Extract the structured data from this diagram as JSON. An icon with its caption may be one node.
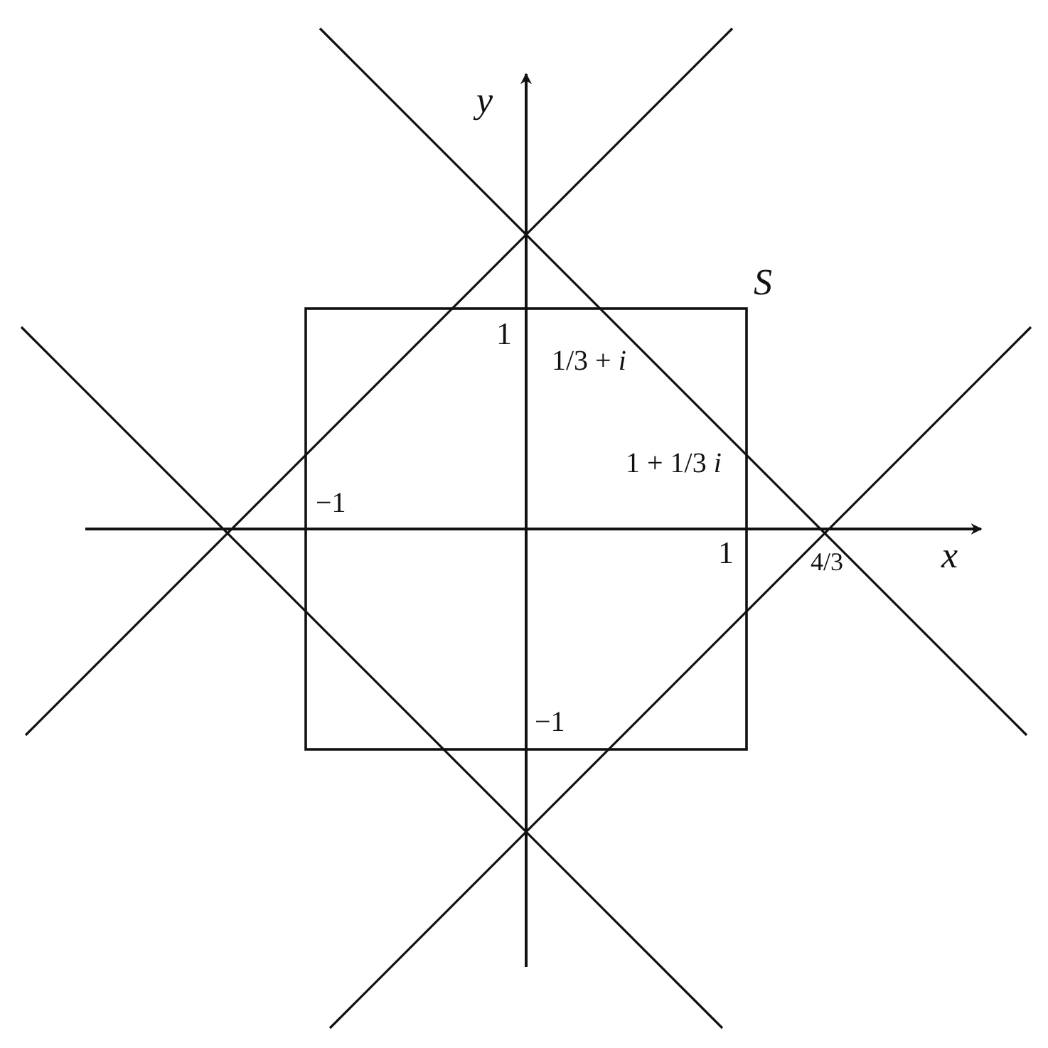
{
  "diagram": {
    "labels": [
      "*y*",
      "*S*",
      "1",
      "1/3 + *i*",
      "1 + 1/3 *i*",
      "−1",
      "*x*",
      "1",
      "4/3",
      "−1"
    ]
  }
}
